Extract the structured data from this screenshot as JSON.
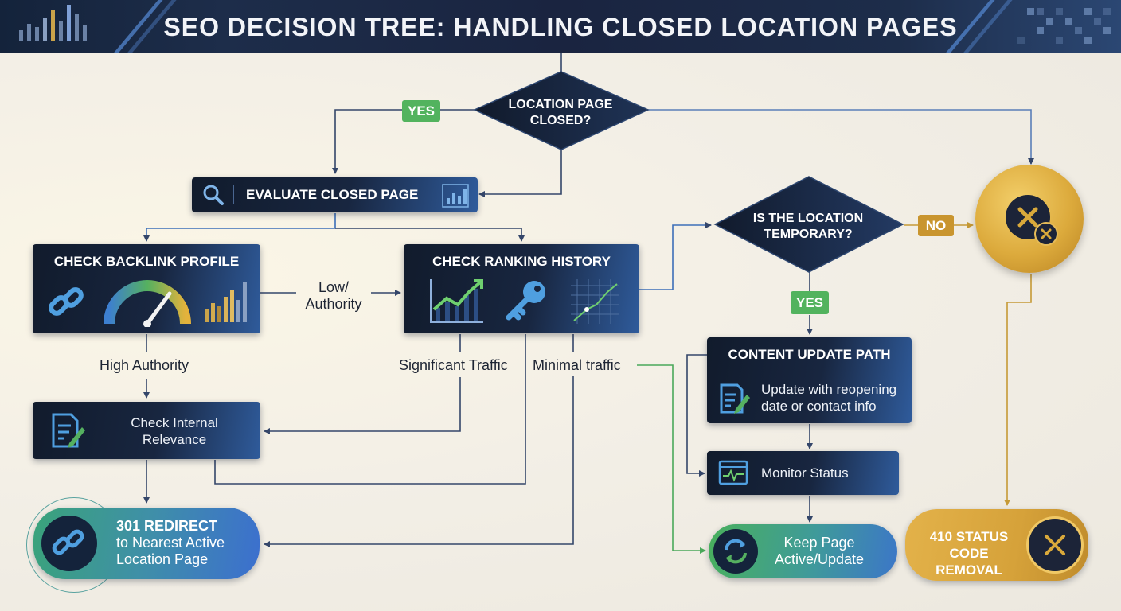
{
  "header": {
    "title": "SEO DECISION TREE: HANDLING CLOSED LOCATION PAGES"
  },
  "nodes": {
    "q_closed": {
      "line1": "LOCATION PAGE",
      "line2": "CLOSED?"
    },
    "evaluate": {
      "title": "EVALUATE CLOSED PAGE"
    },
    "backlink": {
      "title": "CHECK BACKLINK PROFILE"
    },
    "ranking": {
      "title": "CHECK RANKING HISTORY"
    },
    "internal": {
      "line1": "Check Internal",
      "line2": "Relevance"
    },
    "redirect": {
      "line1": "301 REDIRECT",
      "line2": "to Nearest Active",
      "line3": "Location Page"
    },
    "q_temp": {
      "line1": "IS THE LOCATION",
      "line2": "TEMPORARY?"
    },
    "content": {
      "title": "CONTENT UPDATE PATH",
      "line1": "Update with reopening",
      "line2": "date or contact info"
    },
    "monitor": {
      "title": "Monitor Status"
    },
    "keep": {
      "line1": "Keep Page",
      "line2": "Active/Update"
    },
    "removal": {
      "line1": "410 STATUS",
      "line2": "CODE REMOVAL"
    }
  },
  "edge_labels": {
    "yes1": "YES",
    "no": "NO",
    "yes2": "YES",
    "low_1": "Low/",
    "low_2": "Authority",
    "high": "High Authority",
    "significant": "Significant Traffic",
    "minimal": "Minimal traffic"
  },
  "colors": {
    "navy": "#14213a",
    "blue_accent": "#3c6fb8",
    "green": "#52b35e",
    "gold": "#d9a93b",
    "line": "#34466a"
  },
  "icons": [
    "bar-chart-icon",
    "search-icon",
    "link-icon",
    "gauge-icon",
    "key-icon",
    "trend-chart-icon",
    "document-edit-icon",
    "monitor-pulse-icon",
    "refresh-icon",
    "close-icon"
  ]
}
